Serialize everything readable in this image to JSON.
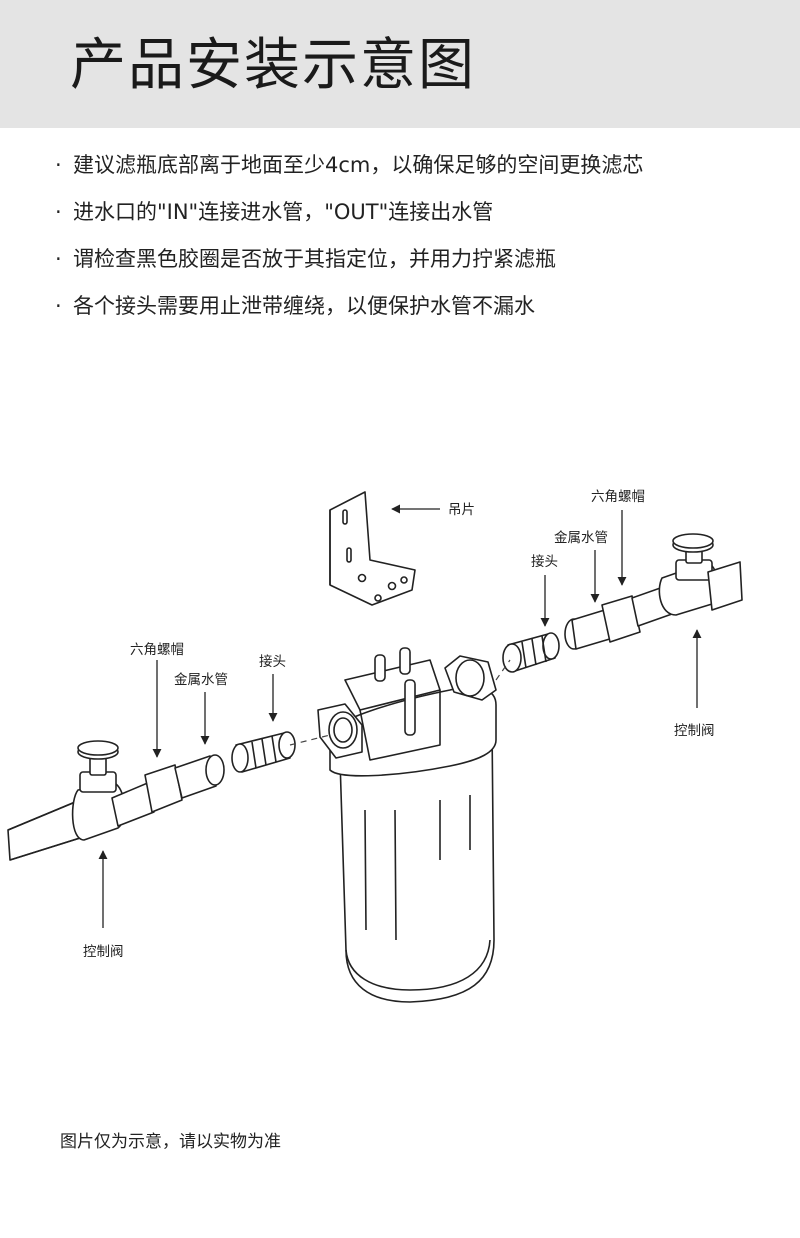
{
  "header": {
    "title": "产品安装示意图"
  },
  "notes": [
    {
      "bullet": "·",
      "text": "建议滤瓶底部离于地面至少4cm，以确保足够的空间更换滤芯"
    },
    {
      "bullet": "·",
      "text": "进水口的\"IN\"连接进水管，\"OUT\"连接出水管"
    },
    {
      "bullet": "·",
      "text": "谓检查黑色胶圈是否放于其指定位，并用力拧紧滤瓶"
    },
    {
      "bullet": "·",
      "text": "各个接头需要用止泄带缠绕，以便保护水管不漏水"
    }
  ],
  "diagram": {
    "labels": {
      "bracket": "吊片",
      "left_hex_nut": "六角螺帽",
      "left_metal_pipe": "金属水管",
      "left_connector": "接头",
      "left_valve": "控制阀",
      "right_hex_nut": "六角螺帽",
      "right_metal_pipe": "金属水管",
      "right_connector": "接头",
      "right_valve": "控制阀"
    }
  },
  "footer": {
    "disclaimer": "图片仅为示意，请以实物为准"
  }
}
